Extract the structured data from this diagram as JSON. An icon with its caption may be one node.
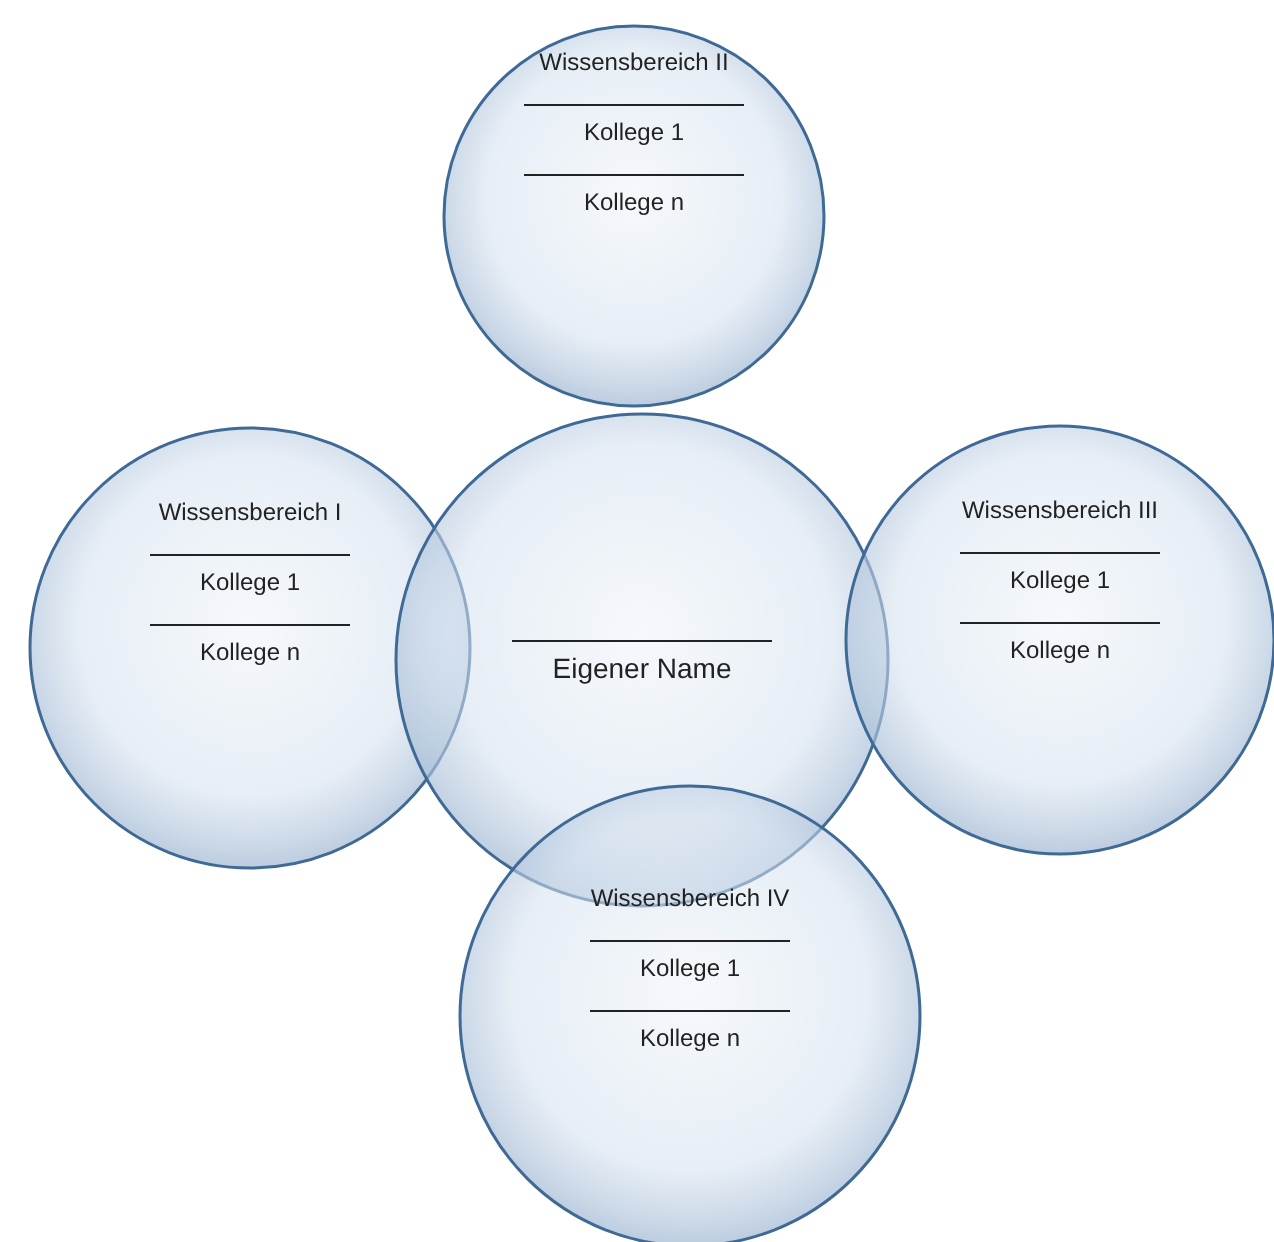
{
  "diagram": {
    "nodes": [
      {
        "text": [
          "Wissensbereich II",
          "Kollege 1",
          "Kollege n"
        ]
      },
      {
        "text": [
          "Wissensbereich I",
          "Kollege 1",
          "Kollege n"
        ]
      },
      {
        "text": [
          "Eigener Name"
        ]
      },
      {
        "text": [
          "Wissensbereich III",
          "Kollege 1",
          "Kollege n"
        ]
      },
      {
        "text": [
          "Wissensbereich IV",
          "Kollege 1",
          "Kollege n"
        ]
      }
    ],
    "edges": []
  }
}
